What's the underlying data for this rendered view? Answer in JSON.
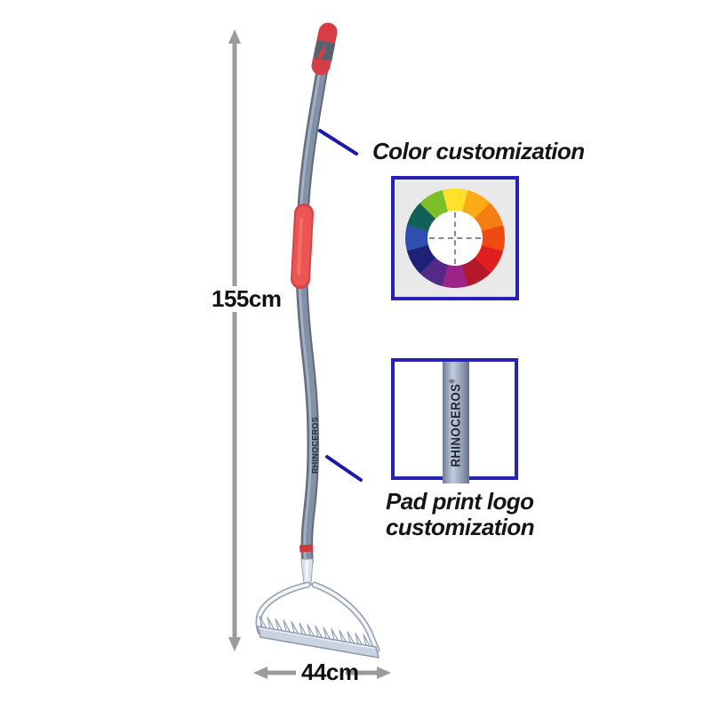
{
  "product": {
    "brand": "RHINOCEROS",
    "registered_mark": "®",
    "teeth_count": 14,
    "colors": {
      "pole": "#8291a5",
      "pole_edge": "#5f6b7d",
      "grip_red": "#ec5552",
      "grip_dark": "#57626f",
      "metal_light": "#f2f5f9",
      "metal_edge": "#96a0b0"
    }
  },
  "dimensions": {
    "height_label": "155cm",
    "width_label": "44cm",
    "arrow_color": "#9b9b9b"
  },
  "annotations": {
    "color_customization": {
      "label": "Color customization"
    },
    "pad_print": {
      "label_line1": "Pad print logo",
      "label_line2": "customization"
    },
    "line_color": "#1b18ac"
  },
  "color_wheel": {
    "border_color": "#2722b5",
    "background": "#e9e9ea",
    "segment_colors": [
      "#fde12d",
      "#fbab18",
      "#f57e14",
      "#f04a10",
      "#e02020",
      "#b5182b",
      "#9c2387",
      "#552a86",
      "#1d2178",
      "#2f4fae",
      "#116158",
      "#7cbf28"
    ]
  },
  "logo_box": {
    "border_color": "#2722b5",
    "background": "#ffffff"
  }
}
